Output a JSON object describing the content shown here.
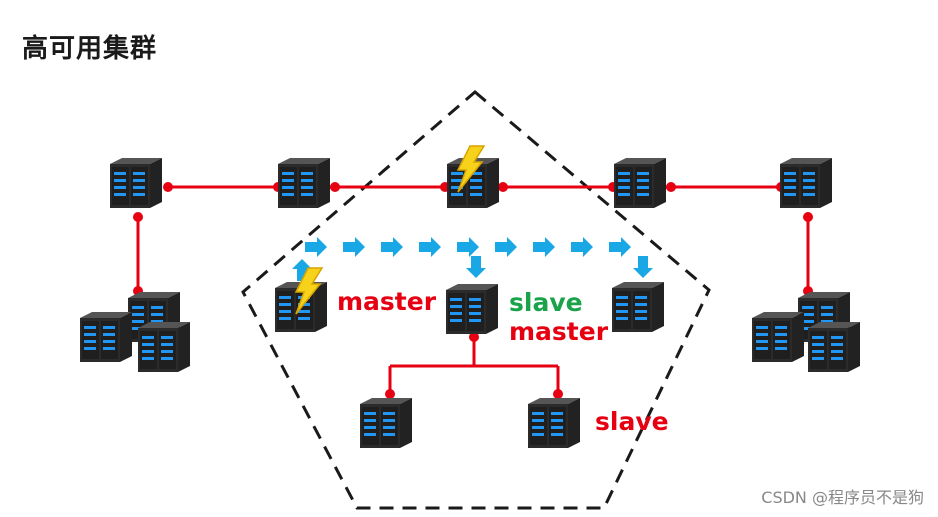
{
  "title": "高可用集群",
  "labels": {
    "master_left": "master",
    "slave_center": "slave",
    "master_center": "master",
    "slave_bottom": "slave"
  },
  "credit": "CSDN @程序员不是狗",
  "colors": {
    "link": "#e60012",
    "dot": "#e60012",
    "arrow": "#1aa7e6",
    "master_label": "#e60012",
    "slave_label_green": "#1aa34a",
    "pentagon": "#1a1a1a",
    "server_body": "#2b2b2b",
    "server_led": "#2196f3",
    "lightning": "#f6d21a"
  },
  "icons": [
    "server-icon",
    "server-cluster-icon",
    "lightning-icon",
    "arrow-right-icon",
    "arrow-down-icon",
    "arrow-up-icon"
  ]
}
